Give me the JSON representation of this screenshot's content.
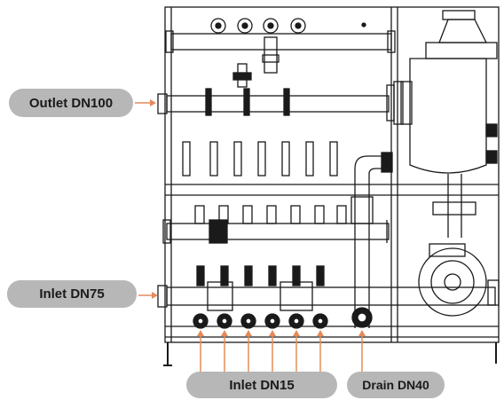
{
  "labels": {
    "outlet": "Outlet DN100",
    "inlet_main": "Inlet DN75",
    "inlet_branch": "Inlet DN15",
    "drain": "Drain DN40"
  },
  "colors": {
    "line": "#1a1a1a",
    "callout": "#e58a5b",
    "tag_fill": "#b7b7b7"
  },
  "counts": {
    "flow_meters": 7,
    "branch_valves": 6
  }
}
